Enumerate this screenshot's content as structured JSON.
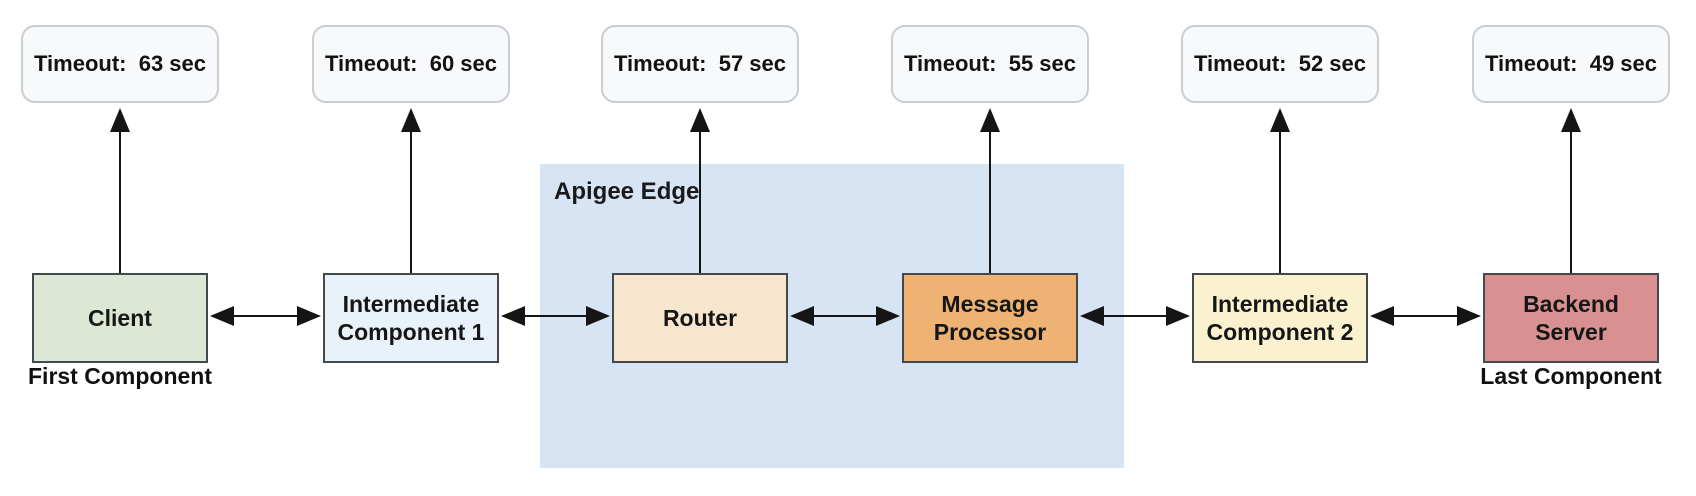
{
  "diagram": {
    "group": {
      "label": "Apigee Edge",
      "bg": "#d7e4f3"
    },
    "columns": [
      {
        "timeout": "Timeout:  63 sec",
        "label": "Client",
        "sublabel": "First Component",
        "fill": "#dce8d5"
      },
      {
        "timeout": "Timeout:  60 sec",
        "label": "Intermediate Component 1",
        "fill": "#e9f1fb"
      },
      {
        "timeout": "Timeout:  57 sec",
        "label": "Router",
        "fill": "#f8e5cd"
      },
      {
        "timeout": "Timeout:  55 sec",
        "label": "Message Processor",
        "fill": "#eeb273"
      },
      {
        "timeout": "Timeout:  52 sec",
        "label": "Intermediate Component 2",
        "fill": "#faf2cf"
      },
      {
        "timeout": "Timeout:  49 sec",
        "label": "Backend Server",
        "sublabel": "Last Component",
        "fill": "#d99090"
      }
    ],
    "colors": {
      "arrow": "#151515",
      "timeout_fill": "#f8f9fa",
      "timeout_border": "#c9ced3",
      "box_border": "#44494d"
    }
  }
}
